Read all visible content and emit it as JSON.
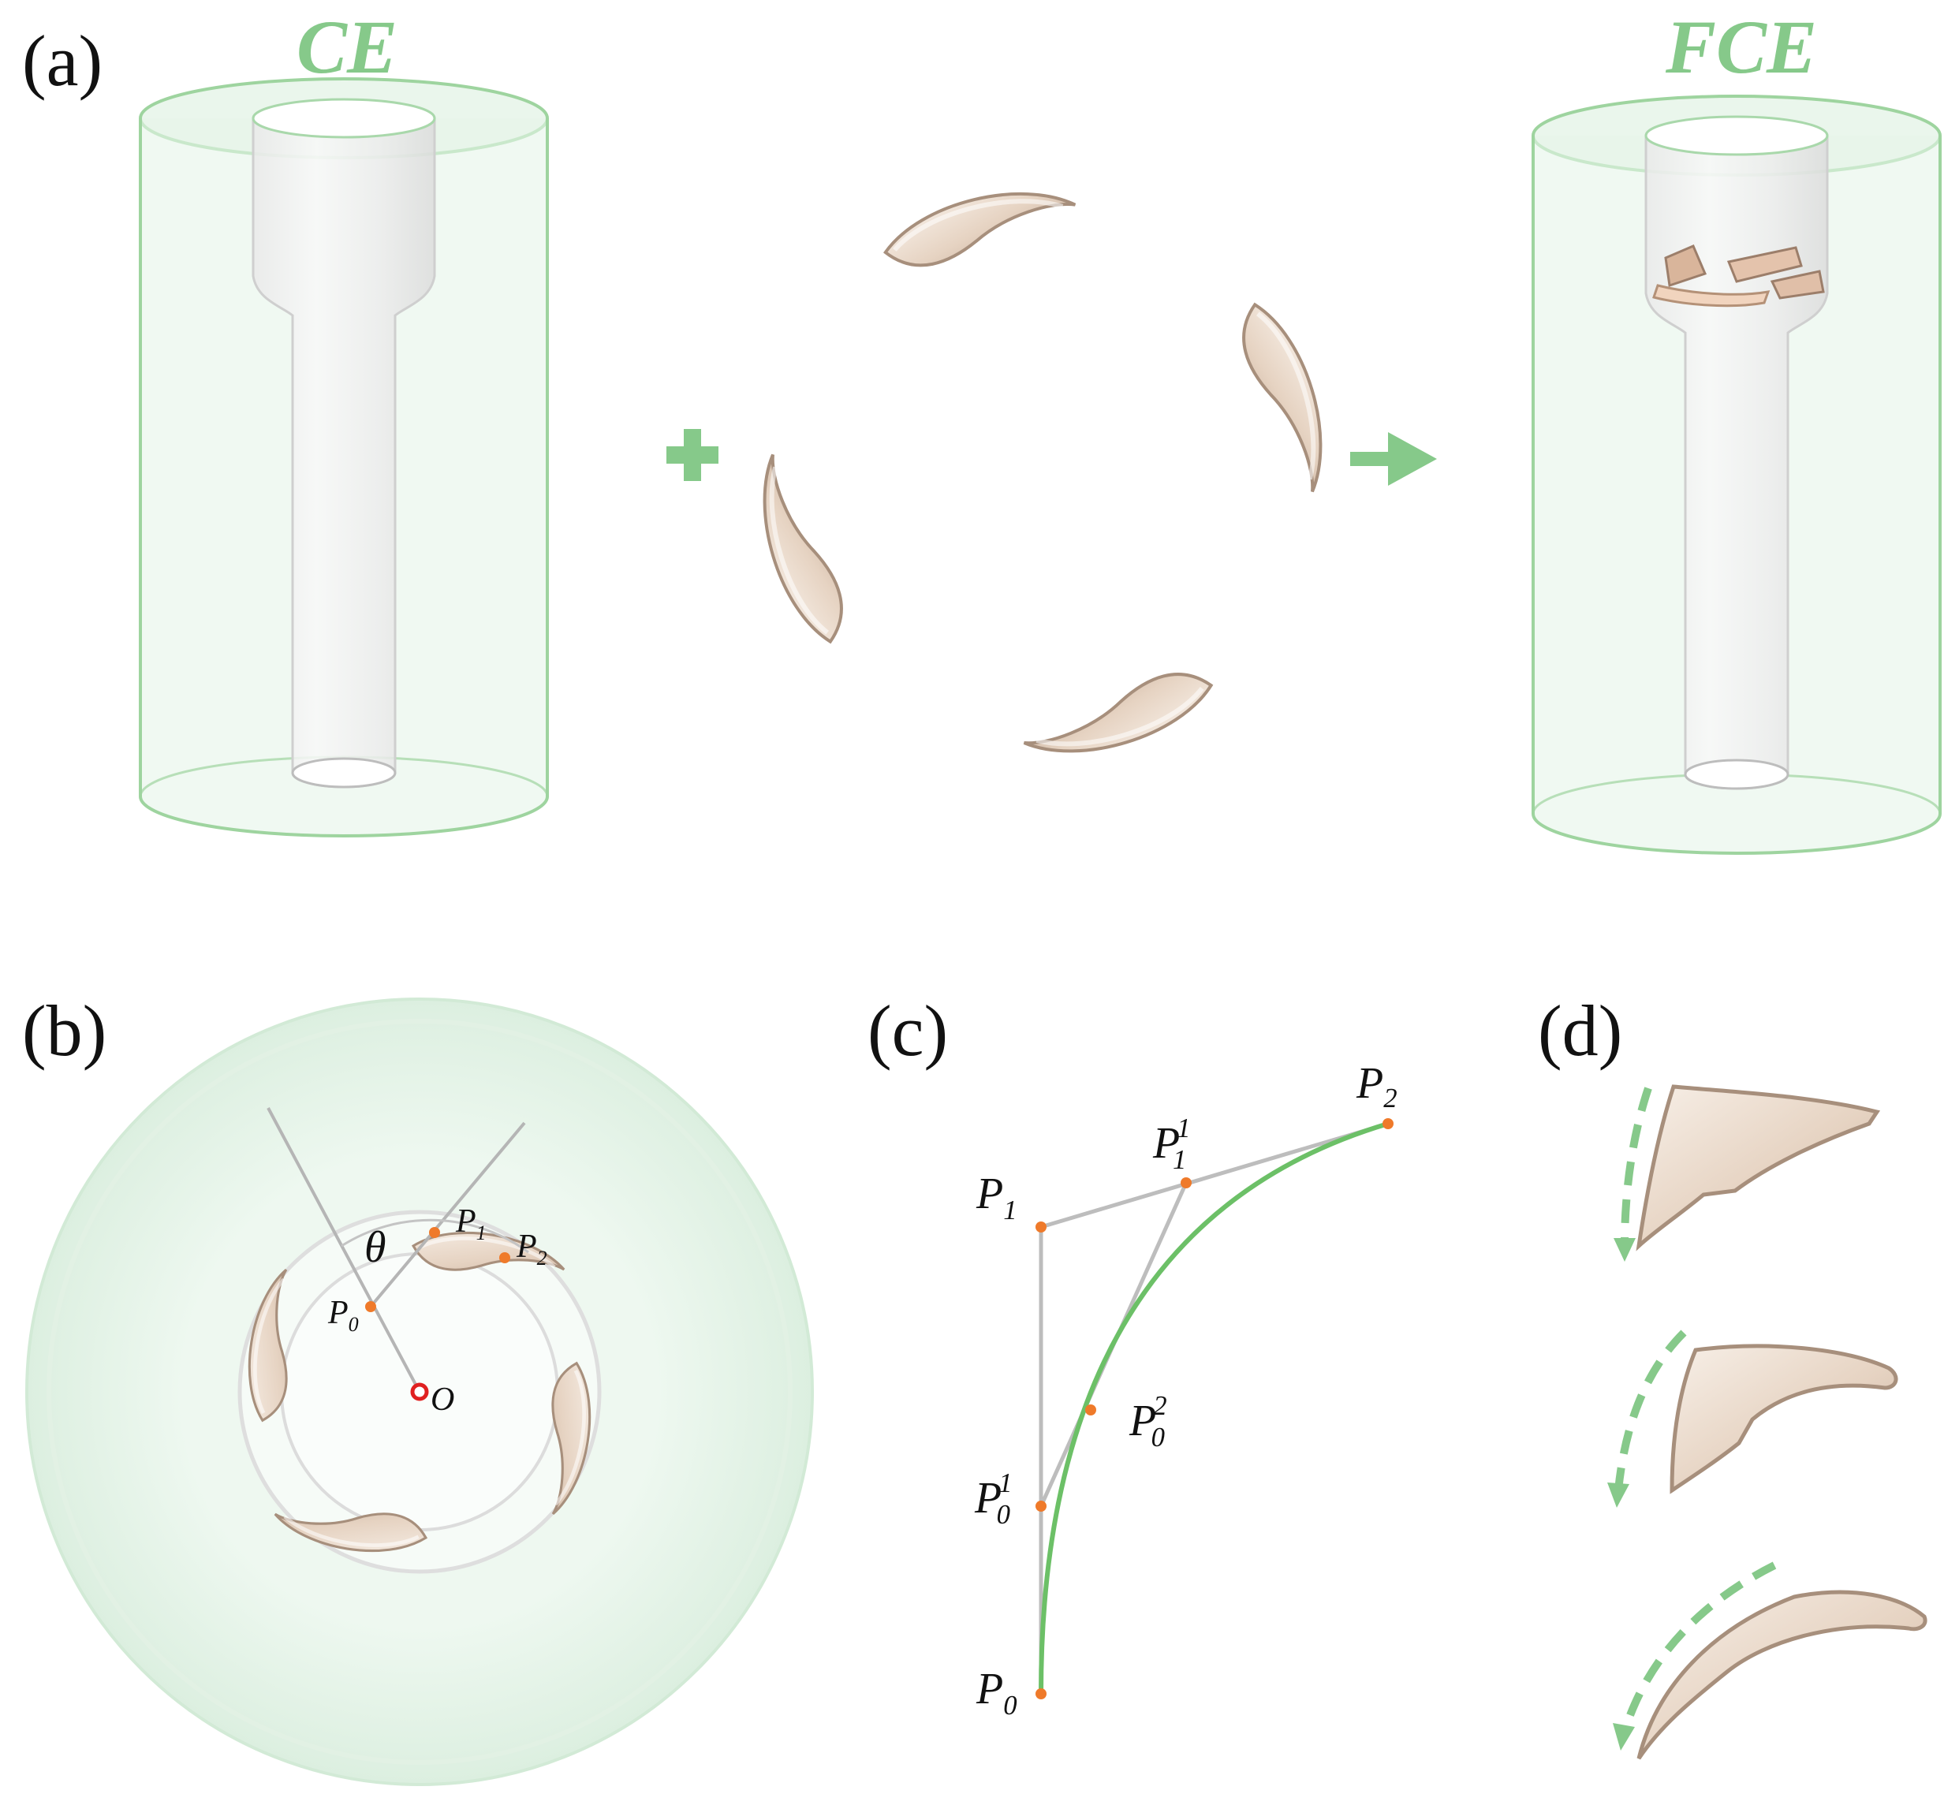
{
  "colors": {
    "accent_green": "#86c98a",
    "shell_green": "#e6f5e9",
    "shell_stroke": "#a6d8ab",
    "blade_fill": "#e8d6c6",
    "blade_dark": "#b49c8a",
    "point_orange": "#ef7a2a",
    "origin_red": "#e02020",
    "line_gray": "#bdbdbd",
    "curve_green": "#6cc067"
  },
  "panels": {
    "a": {
      "label": "(a)",
      "left_title": "CE",
      "right_title": "FCE",
      "plus_icon": "plus-icon",
      "arrow_icon": "arrow-right-icon"
    },
    "b": {
      "label": "(b)",
      "theta": "θ",
      "origin": "O",
      "p0": {
        "base": "P",
        "sub": "0"
      },
      "p1": {
        "base": "P",
        "sub": "1"
      },
      "p2": {
        "base": "P",
        "sub": "2"
      }
    },
    "c": {
      "label": "(c)",
      "p2": {
        "base": "P",
        "sub": "2"
      },
      "p1_1": {
        "base": "P",
        "sub": "1",
        "sup": "1"
      },
      "p1": {
        "base": "P",
        "sub": "1"
      },
      "p0_2": {
        "base": "P",
        "sub": "0",
        "sup": "2"
      },
      "p0_1": {
        "base": "P",
        "sub": "0",
        "sup": "1"
      },
      "p0": {
        "base": "P",
        "sub": "0"
      }
    },
    "d": {
      "label": "(d)"
    }
  }
}
